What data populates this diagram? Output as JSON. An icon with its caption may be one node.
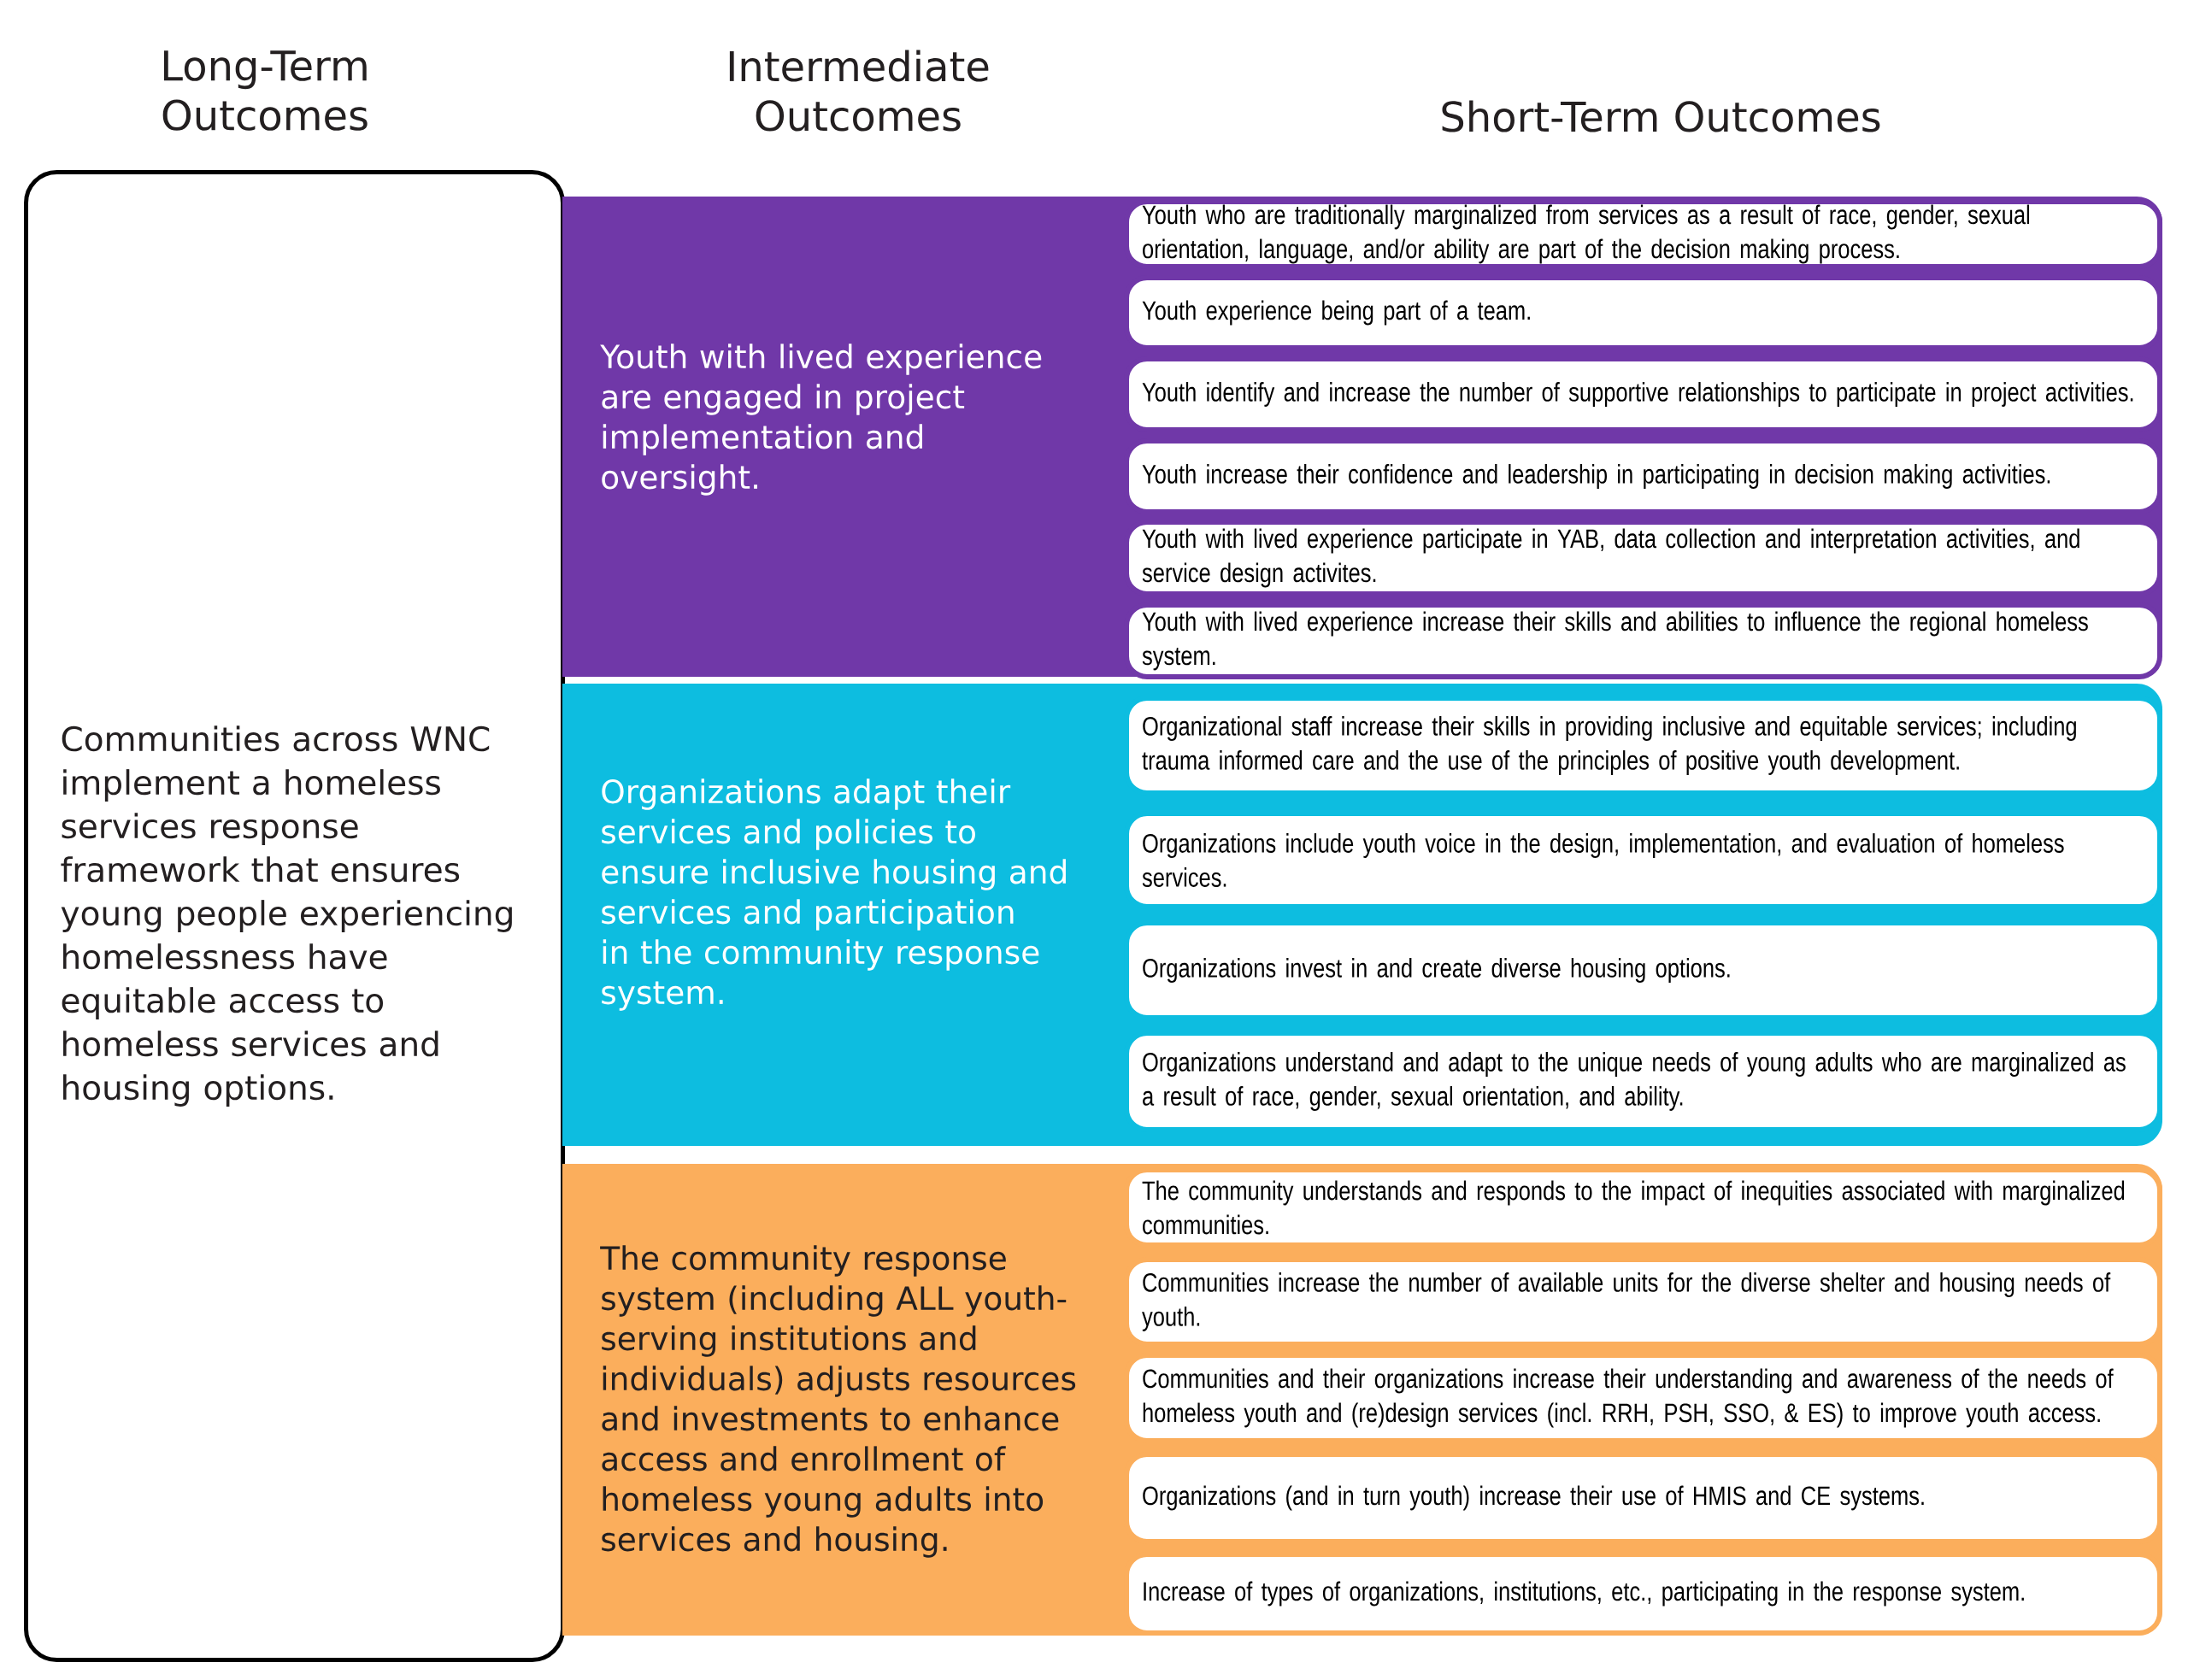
{
  "diagram": {
    "nodes": [
      {
        "text": [
          "Communities across WNC implement a homeless services response framework that ensures young people experiencing homelessness have equitable access to homeless services and housing options."
        ]
      },
      {
        "text": [
          "Youth with lived experience are engaged in project implementation and oversight."
        ]
      },
      {
        "text": [
          "Youth who are traditionally marginalized from services as a result of race, gender, sexual orientation, language, and/or ability are part of the decision making process."
        ],
        "in": 1
      },
      {
        "text": [
          "Youth experience being part of a team."
        ],
        "in": 1
      },
      {
        "text": [
          "Youth identify and increase the number of supportive relationships to participate in project activities."
        ],
        "in": 1
      },
      {
        "text": [
          "Youth increase their confidence and leadership in participating in decision making activities."
        ],
        "in": 1
      },
      {
        "text": [
          "Youth with lived experience participate in YAB, data collection and interpretation activities, and service design activites."
        ],
        "in": 1
      },
      {
        "text": [
          "Youth with lived experience increase their skills and abilities to influence the regional homeless system."
        ],
        "in": 1
      },
      {
        "text": [
          "Organizations adapt their services and policies to ensure inclusive housing and services and participation in the community response system."
        ]
      },
      {
        "text": [
          "Organizational staff increase their skills in providing inclusive and equitable services; including trauma informed care and the use of the principles of positive youth development."
        ],
        "in": 8
      },
      {
        "text": [
          "Organizations include youth voice in the design, implementation, and evaluation of homeless services."
        ],
        "in": 8
      },
      {
        "text": [
          "Organizations invest in and create diverse housing options."
        ],
        "in": 8
      },
      {
        "text": [
          "Organizations understand and adapt to the unique needs of young adults who are marginalized as a result of race, gender, sexual orientation, and ability."
        ],
        "in": 8
      },
      {
        "text": [
          "The community response system (including ALL youth-serving institutions and individuals) adjusts resources and investments to enhance access and enrollment of homeless young adults into services and housing."
        ]
      },
      {
        "text": [
          "The community understands and responds to the impact of inequities associated with marginalized communities."
        ],
        "in": 13
      },
      {
        "text": [
          "Communities increase the number of available units for the diverse shelter and housing needs of youth."
        ],
        "in": 13
      },
      {
        "text": [
          "Communities and their organizations increase their understanding and awareness of the needs of homeless youth and (re)design services (incl. RRH, PSH, SSO, & ES) to improve youth access."
        ],
        "in": 13
      },
      {
        "text": [
          "Organizations (and in turn youth) increase their use of HMIS and CE systems."
        ],
        "in": 13
      },
      {
        "text": [
          "Increase of types of organizations, institutions, etc., participating in the response system."
        ],
        "in": 13
      }
    ],
    "labels": [
      "Long-Term Outcomes",
      "Intermediate Outcomes",
      "Short-Term Outcomes"
    ]
  }
}
